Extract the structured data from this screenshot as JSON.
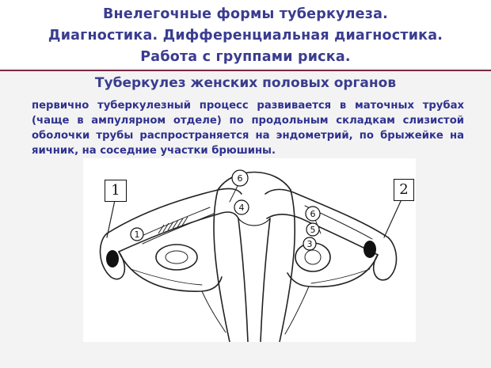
{
  "header": {
    "title_line_1": "Внелегочные формы туберкулеза.",
    "title_line_2": "Диагностика. Дифференциальная диагностика.",
    "title_line_3": "Работа с группами риска."
  },
  "section": {
    "subtitle": "Туберкулез женских половых органов",
    "paragraph": "первично туберкулезный процесс развивается в маточных трубах (чаще в ампулярном отделе) по продольным складкам слизистой оболочки трубы распространяется на эндометрий, по брыжейке на яичник, на соседние участки брюшины."
  },
  "figure": {
    "label_1": "1",
    "label_2": "2",
    "marker_6_top": "6",
    "marker_4": "4",
    "marker_6_right": "6",
    "marker_5": "5",
    "marker_3": "3",
    "marker_1_tube": "1"
  },
  "colors": {
    "title": "#3a3c8f",
    "divider": "#7a2a45",
    "background": "#f3f3f3"
  }
}
